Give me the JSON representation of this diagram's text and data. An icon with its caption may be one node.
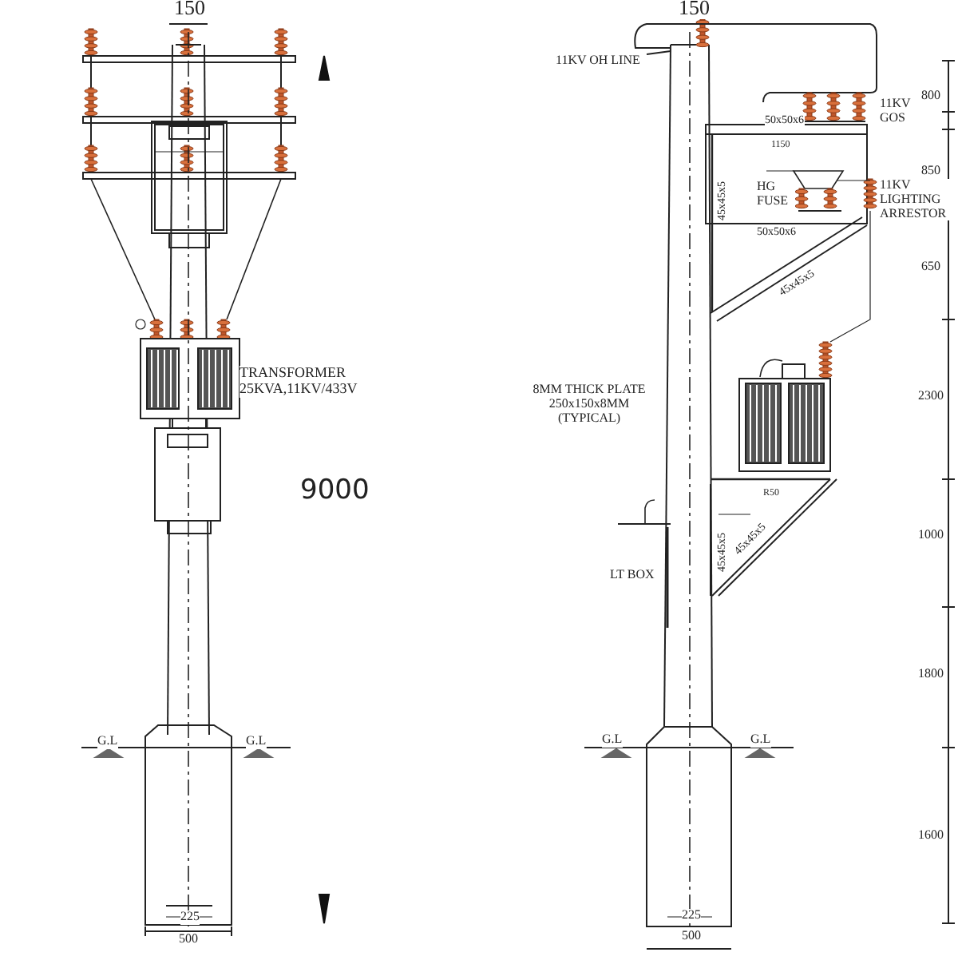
{
  "diagram": {
    "labels": [
      "150",
      "TRANSFORMER 25KVA,11KV/433V",
      "9000",
      "G.L",
      "G.L",
      "225",
      "500",
      "150",
      "11KV OH LINE",
      "11KV GOS",
      "800",
      "50x50x6",
      "1150",
      "850",
      "45x45x5",
      "HG FUSE",
      "11KV LIGHTING ARRESTOR",
      "50x50x6",
      "650",
      "45x45x5",
      "2300",
      "8MM THICK PLATE 250x150x8MM (TYPICAL)",
      "R50",
      "45x45x5",
      "45x45x5",
      "1000",
      "LT BOX",
      "1800",
      "G.L",
      "G.L",
      "225",
      "500",
      "1600"
    ]
  }
}
